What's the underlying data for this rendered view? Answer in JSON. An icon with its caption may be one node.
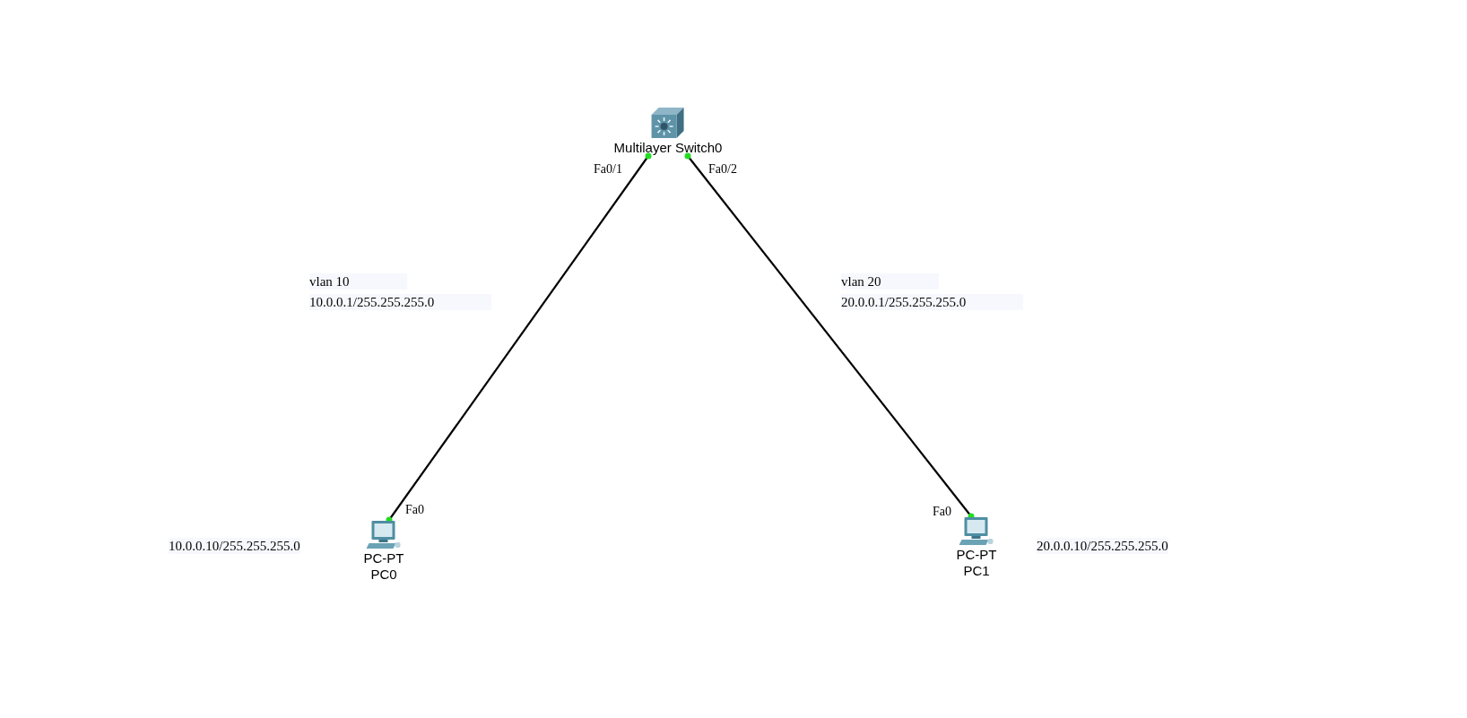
{
  "diagram": {
    "nodes": [
      {
        "text": [
          "Multilayer Switch0"
        ]
      },
      {
        "text": [
          "PC-PT",
          "PC0"
        ]
      },
      {
        "text": [
          "PC-PT",
          "PC1"
        ]
      }
    ],
    "edges": [
      {
        "from": 0,
        "to": 1,
        "arrow": "none"
      },
      {
        "from": 0,
        "to": 2,
        "arrow": "none"
      }
    ],
    "labels": [
      "Fa0/1",
      "Fa0/2",
      "vlan 10",
      "10.0.0.1/255.255.255.0",
      "vlan 20",
      "20.0.0.1/255.255.255.0",
      "Fa0",
      "10.0.0.10/255.255.255.0",
      "Fa0",
      "20.0.0.10/255.255.255.0"
    ]
  }
}
